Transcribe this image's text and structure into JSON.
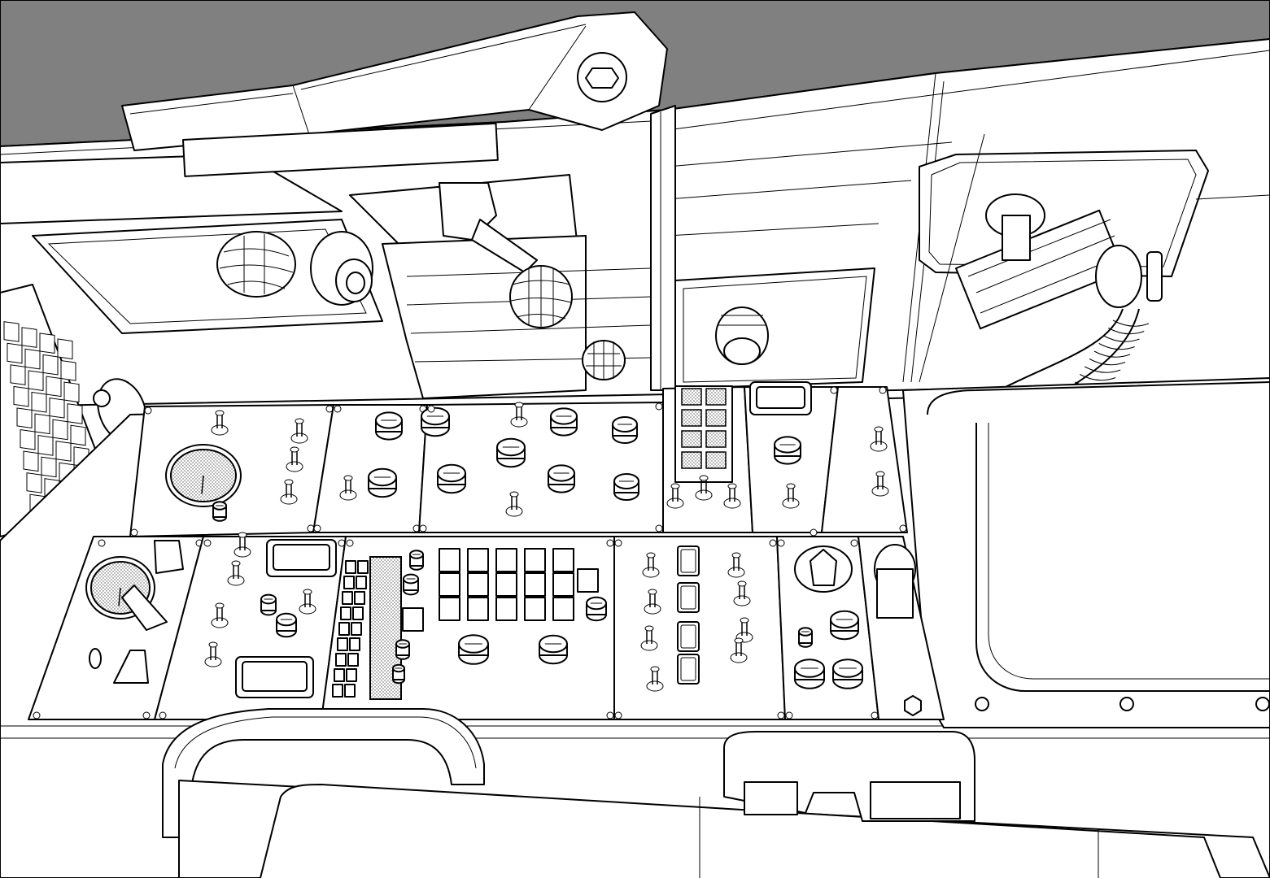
{
  "scene": {
    "background_color": "#ffffff",
    "backdrop_color": "#808080",
    "line_color": "#000000",
    "stipple_color": "#d8d8d8"
  },
  "panels": {
    "upper_row": [
      {
        "name": "gauge-panel",
        "controls": [
          "round-gauge",
          "toggle-switch",
          "toggle-switch",
          "toggle-switch",
          "toggle-switch",
          "push-knob"
        ]
      },
      {
        "name": "knob-panel-left",
        "controls": [
          "rotary-knob",
          "rotary-knob",
          "toggle-switch"
        ]
      },
      {
        "name": "knob-panel-center",
        "controls": [
          "rotary-knob",
          "rotary-knob",
          "rotary-knob",
          "rotary-knob",
          "rotary-knob",
          "rotary-knob",
          "rotary-knob",
          "toggle-switch",
          "toggle-switch"
        ]
      },
      {
        "name": "indicator-grid-panel",
        "controls": [
          "indicator-grid",
          "toggle-switch",
          "toggle-switch",
          "toggle-switch"
        ]
      },
      {
        "name": "guarded-switch-panel",
        "controls": [
          "switch-guard",
          "rotary-knob",
          "toggle-switch"
        ]
      },
      {
        "name": "toggle-panel-right",
        "controls": [
          "toggle-switch",
          "toggle-switch"
        ]
      }
    ],
    "lower_row": [
      {
        "name": "lever-panel",
        "controls": [
          "round-gauge",
          "lever",
          "lever"
        ]
      },
      {
        "name": "guarded-toggle-panel",
        "controls": [
          "switch-guard",
          "switch-guard",
          "toggle-switch",
          "toggle-switch",
          "toggle-switch",
          "toggle-switch"
        ]
      },
      {
        "name": "button-matrix-panel",
        "controls": [
          "indicator-strip",
          "push-button-matrix",
          "rotary-knob",
          "rotary-knob"
        ]
      },
      {
        "name": "indicator-toggle-panel",
        "controls": [
          "indicator-lamp",
          "indicator-lamp",
          "indicator-lamp",
          "indicator-lamp",
          "toggle-switch",
          "toggle-switch",
          "toggle-switch",
          "toggle-switch"
        ]
      },
      {
        "name": "dial-panel",
        "controls": [
          "selector-dial",
          "rotary-knob",
          "push-knob",
          "push-knob"
        ]
      },
      {
        "name": "connector-panel",
        "controls": [
          "cable-connector"
        ]
      }
    ]
  }
}
